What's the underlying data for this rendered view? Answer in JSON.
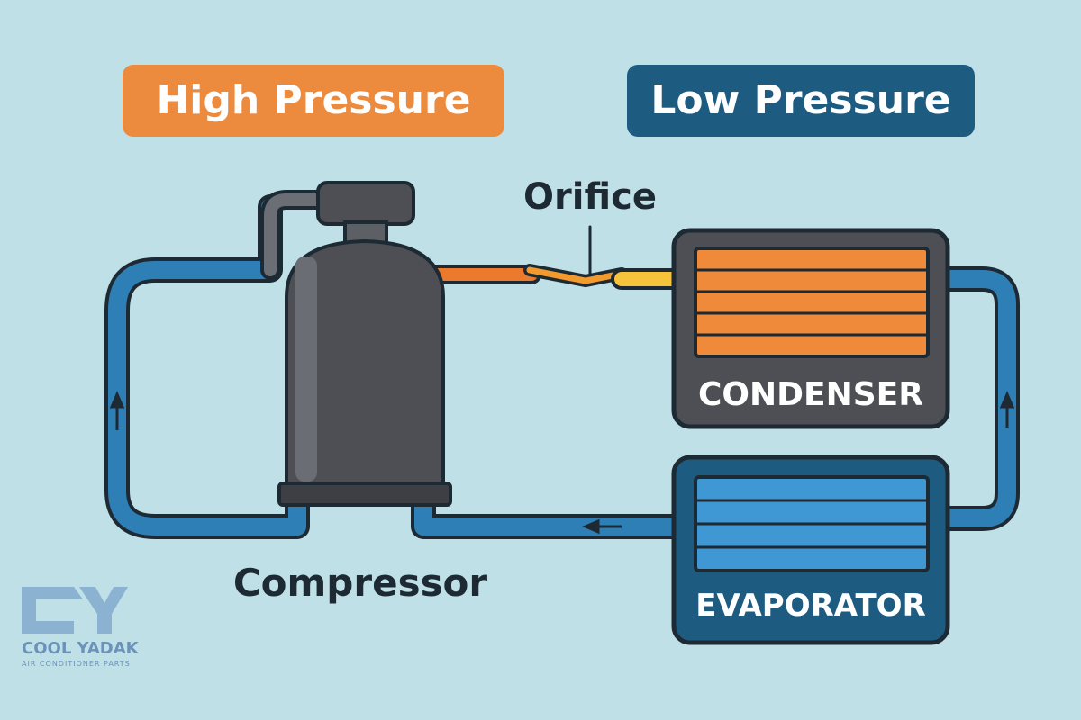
{
  "labels": {
    "high_pressure": "High Pressure",
    "low_pressure": "Low Pressure",
    "orifice": "Orifice",
    "condenser": "CONDENSER",
    "evaporator": "EVAPORATOR",
    "compressor": "Compressor"
  },
  "logo": {
    "brand": "COOL YADAK",
    "tagline": "AIR CONDITIONER PARTS",
    "icon": "cy-logo-icon"
  },
  "colors": {
    "background": "#bfe0e7",
    "high_pressure": "#ec8a3e",
    "low_pressure": "#1e5b80",
    "pipe_blue": "#2f7fb7",
    "outline": "#1d2a33",
    "compressor": "#4d4f54",
    "condenser_fins": "#ee8a3a",
    "evaporator_fins": "#3f97d3",
    "orifice_yellow": "#f6c33b"
  },
  "icons": {
    "flow_arrows": "arrow-icon"
  }
}
